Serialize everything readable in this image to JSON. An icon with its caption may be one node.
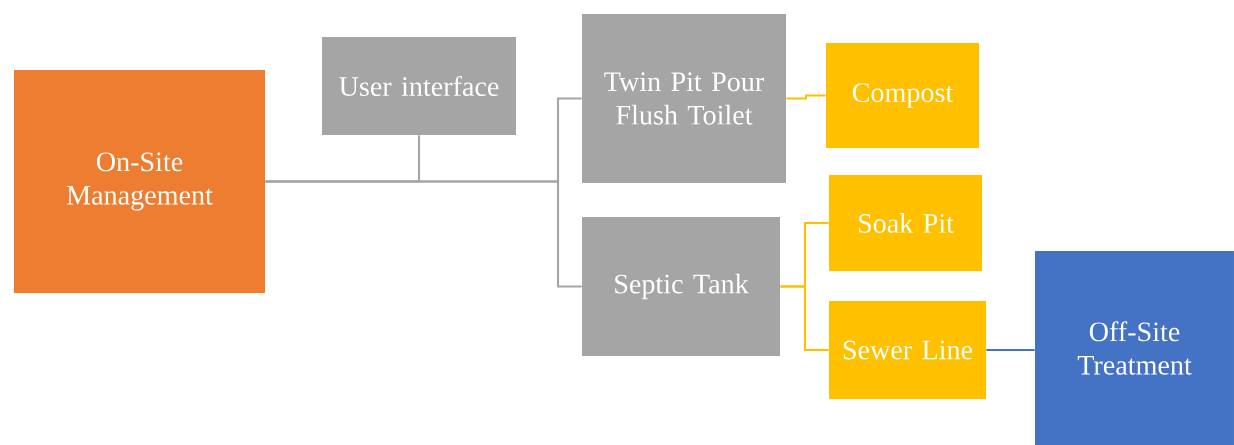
{
  "diagram": {
    "nodes": [
      {
        "text": [
          "On-Site Management"
        ]
      },
      {
        "text": [
          "User interface"
        ]
      },
      {
        "text": [
          "Twin Pit Pour Flush Toilet"
        ]
      },
      {
        "text": [
          "Septic Tank"
        ]
      },
      {
        "text": [
          "Compost"
        ]
      },
      {
        "text": [
          "Soak Pit"
        ]
      },
      {
        "text": [
          "Sewer Line"
        ]
      },
      {
        "text": [
          "Off-Site Treatment"
        ]
      }
    ],
    "edges": [
      {
        "from": 0,
        "to": 1,
        "arrow": "none"
      },
      {
        "from": 0,
        "to": 2,
        "arrow": "none"
      },
      {
        "from": 0,
        "to": 3,
        "arrow": "none"
      },
      {
        "from": 2,
        "to": 4,
        "arrow": "none",
        "color": "#ffc000"
      },
      {
        "from": 3,
        "to": 5,
        "arrow": "none",
        "color": "#ffc000"
      },
      {
        "from": 3,
        "to": 6,
        "arrow": "none",
        "color": "#ffc000"
      },
      {
        "from": 6,
        "to": 7,
        "arrow": "none",
        "color": "#4472c4"
      }
    ]
  }
}
